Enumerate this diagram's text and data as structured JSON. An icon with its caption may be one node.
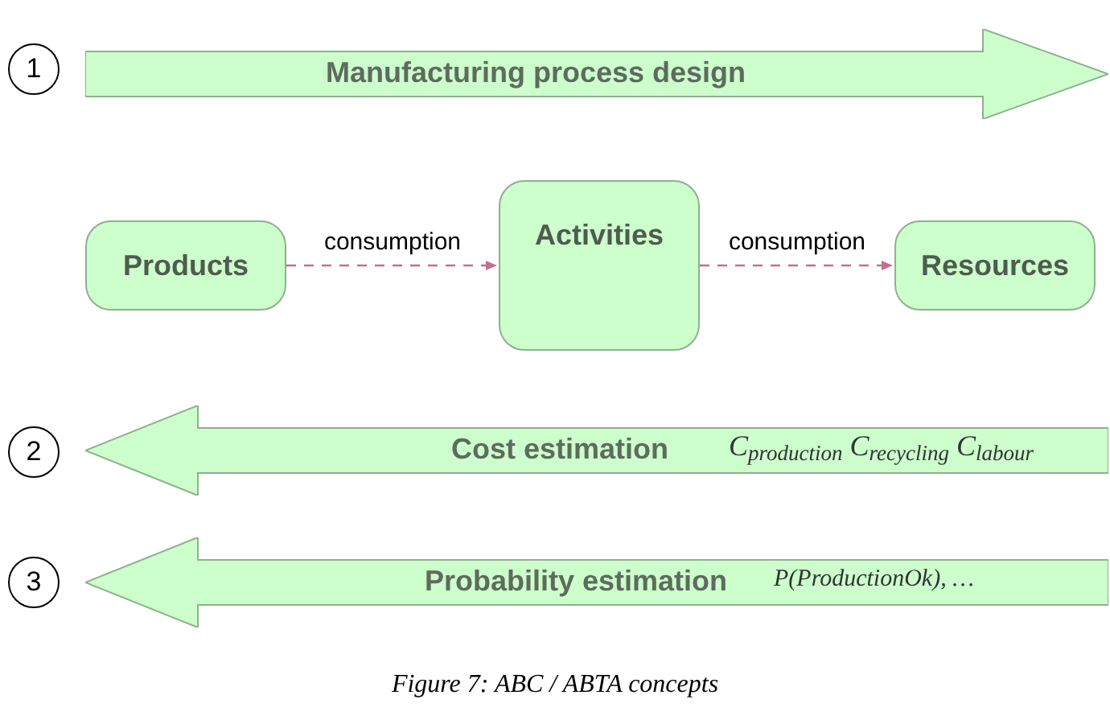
{
  "diagram": {
    "caption": "Figure 7: ABC / ABTA concepts",
    "nodes": [
      {
        "text": [
          "1"
        ]
      },
      {
        "text": [
          "Manufacturing process design"
        ]
      },
      {
        "text": [
          "Products"
        ]
      },
      {
        "text": [
          "Activities"
        ]
      },
      {
        "text": [
          "Resources"
        ]
      },
      {
        "text": [
          "2"
        ]
      },
      {
        "text": [
          "Cost estimation",
          "C$_{production}$ C$_{recycling}$ C$_{labour}$"
        ]
      },
      {
        "text": [
          "3"
        ]
      },
      {
        "text": [
          "Probability estimation",
          "P(ProductionOk), …"
        ]
      }
    ],
    "edges": [
      {
        "from": 2,
        "to": 3,
        "arrow": "to",
        "label": "consumption",
        "style": "dashed"
      },
      {
        "from": 3,
        "to": 4,
        "arrow": "to",
        "label": "consumption",
        "style": "dashed"
      }
    ]
  }
}
